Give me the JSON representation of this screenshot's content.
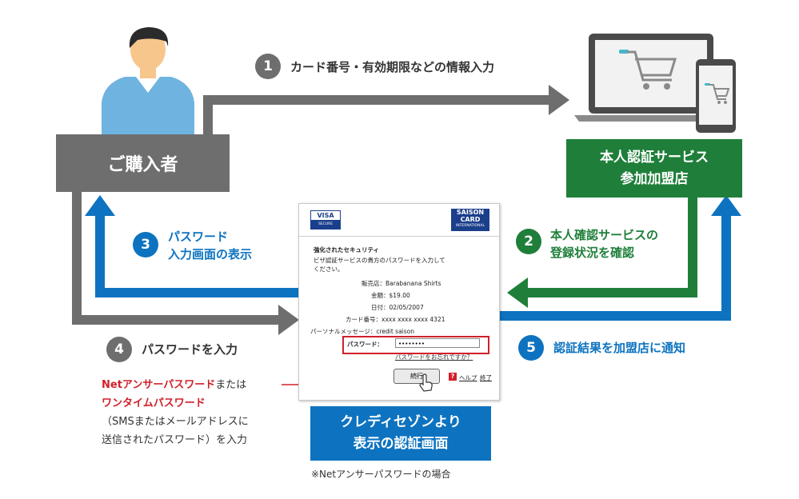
{
  "buyer": {
    "label": "ご購入者"
  },
  "merchant": {
    "line1": "本人認証サービス",
    "line2": "参加加盟店"
  },
  "steps": [
    {
      "num": "1",
      "text": "カード番号・有効期限などの情報入力"
    },
    {
      "num": "2",
      "line1": "本人確認サービスの",
      "line2": "登録状況を確認"
    },
    {
      "num": "3",
      "line1": "パスワード",
      "line2": "入力画面の表示"
    },
    {
      "num": "4",
      "text": "パスワードを入力"
    },
    {
      "num": "5",
      "text": "認証結果を加盟店に通知"
    }
  ],
  "note": {
    "red1": "Netアンサーパスワード",
    "plain1": "または",
    "red2": "ワンタイムパスワード",
    "line3": "（SMSまたはメールアドレスに",
    "line4": "送信されたパスワード）を入力"
  },
  "auth_box": {
    "line1": "クレディセゾンより",
    "line2": "表示の認証画面"
  },
  "footnote": "※Netアンサーパスワードの場合",
  "screen": {
    "visa": "VISA",
    "visa_sub": "SECURE",
    "saison1": "SAISON",
    "saison2": "CARD",
    "saison3": "INTERNATIONAL",
    "heading": "強化されたセキュリティ",
    "desc1": "ビザ認証サービスの貴方のパスワードを入力して",
    "desc2": "ください。",
    "shop": "販売店：Barabanana Shirts",
    "amount": "金額：$19.00",
    "date": "日付：02/05/2007",
    "card": "カード番号：xxxx xxxx xxxx 4321",
    "message": "パーソナルメッセージ：credit saison",
    "pw_label": "パスワード：",
    "pw_value": "••••••••",
    "forgot": "パスワードをお忘れですか？",
    "submit": "続行",
    "help": "ヘルプ",
    "quit": "終了"
  },
  "colors": {
    "gray": "#6e6e6e",
    "green": "#1f7f3a",
    "blue": "#0d73c0",
    "red": "#d0202a",
    "skin": "#f7c68c",
    "shirt": "#6fb3e0"
  }
}
